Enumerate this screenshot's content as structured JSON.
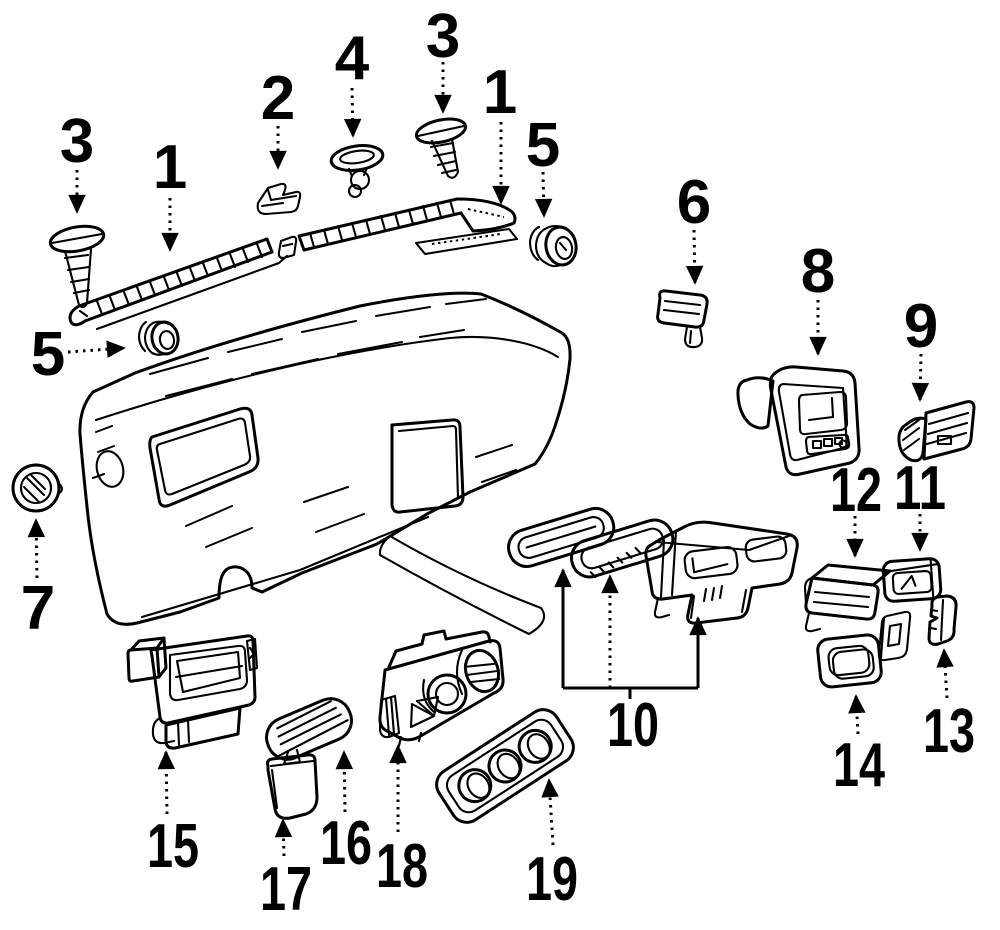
{
  "diagram": {
    "background_color": "#ffffff",
    "line_color": "#000000"
  },
  "callouts": [
    {
      "id": "3-left",
      "label": "3"
    },
    {
      "id": "1-left",
      "label": "1"
    },
    {
      "id": "2",
      "label": "2"
    },
    {
      "id": "4",
      "label": "4"
    },
    {
      "id": "3-right",
      "label": "3"
    },
    {
      "id": "1-right",
      "label": "1"
    },
    {
      "id": "5-right",
      "label": "5"
    },
    {
      "id": "6",
      "label": "6"
    },
    {
      "id": "8",
      "label": "8"
    },
    {
      "id": "9",
      "label": "9"
    },
    {
      "id": "5-left",
      "label": "5"
    },
    {
      "id": "7",
      "label": "7"
    },
    {
      "id": "12",
      "label": "12"
    },
    {
      "id": "11",
      "label": "11"
    },
    {
      "id": "13",
      "label": "13"
    },
    {
      "id": "14",
      "label": "14"
    },
    {
      "id": "10",
      "label": "10"
    },
    {
      "id": "15",
      "label": "15"
    },
    {
      "id": "16",
      "label": "16"
    },
    {
      "id": "17",
      "label": "17"
    },
    {
      "id": "18",
      "label": "18"
    },
    {
      "id": "19",
      "label": "19"
    }
  ]
}
